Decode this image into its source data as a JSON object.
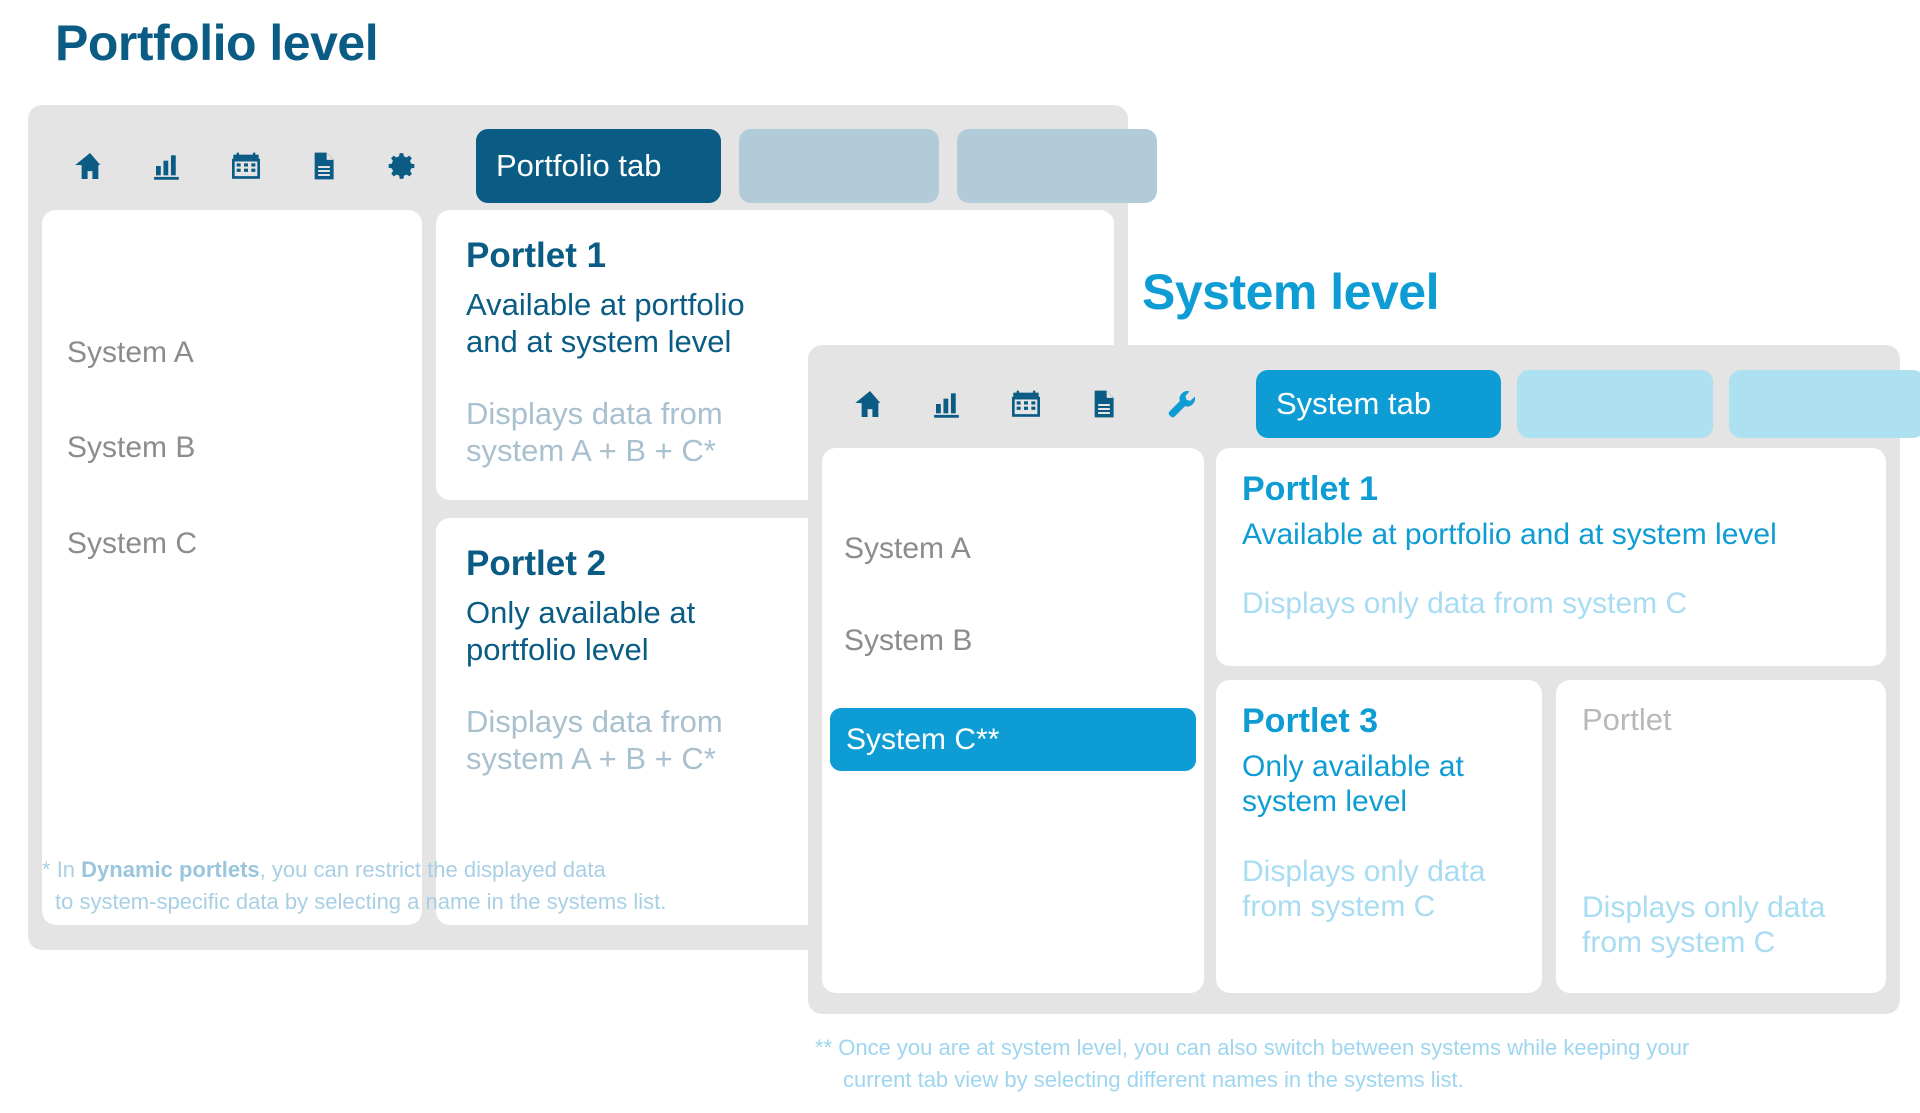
{
  "portfolio": {
    "title": "Portfolio level",
    "toolbar_icons": [
      "home-icon",
      "bar-chart-icon",
      "calendar-icon",
      "document-icon",
      "gear-icon"
    ],
    "tabs": [
      {
        "label": "Portfolio tab",
        "active": true
      },
      {
        "label": "",
        "active": false
      },
      {
        "label": "",
        "active": false
      }
    ],
    "systems": [
      {
        "label": "System A",
        "selected": false
      },
      {
        "label": "System B",
        "selected": false
      },
      {
        "label": "System C",
        "selected": false
      }
    ],
    "portlets": [
      {
        "title": "Portlet 1",
        "subtitle": "Available at portfolio and at system level",
        "note": "Displays data from system A + B + C*"
      },
      {
        "title": "Portlet 2",
        "subtitle": "Only available at portfolio level",
        "note": "Displays data from system A + B + C*"
      }
    ],
    "footnote": {
      "marker": "* ",
      "lead": "In ",
      "bold": "Dynamic portlets",
      "rest": ", you can restrict the displayed data",
      "line2": "to system-specific data by selecting a name in the systems list."
    }
  },
  "system": {
    "title": "System level",
    "toolbar_icons": [
      "home-icon",
      "bar-chart-icon",
      "calendar-icon",
      "document-icon",
      "wrench-icon"
    ],
    "tabs": [
      {
        "label": "System tab",
        "active": true
      },
      {
        "label": "",
        "active": false
      },
      {
        "label": "",
        "active": false
      }
    ],
    "systems": [
      {
        "label": "System A",
        "selected": false
      },
      {
        "label": "System B",
        "selected": false
      },
      {
        "label": "System C**",
        "selected": true
      }
    ],
    "portlets": [
      {
        "title": "Portlet 1",
        "subtitle": "Available at portfolio and at system level",
        "note": "Displays only data from system C"
      },
      {
        "title": "Portlet 3",
        "subtitle": "Only available at system level",
        "note": "Displays only data from system C"
      },
      {
        "title": "Portlet",
        "subtitle": "",
        "note": "Displays only data from system C"
      }
    ],
    "footnote": {
      "line1": "** Once you are at system level, you can also switch between systems while keeping your",
      "line2": "current tab view by selecting different names in the systems list."
    }
  },
  "colors": {
    "portfolio_blue": "#0a5c85",
    "system_cyan": "#0d9dd4",
    "panel_grey": "#e4e4e4",
    "muted_blue": "#a9c0cf",
    "light_cyan": "#a8dcf2",
    "system_list_grey": "#8c8c8c",
    "tab_empty_portfolio": "#b2cbd9",
    "tab_empty_system": "#ade0f0"
  }
}
